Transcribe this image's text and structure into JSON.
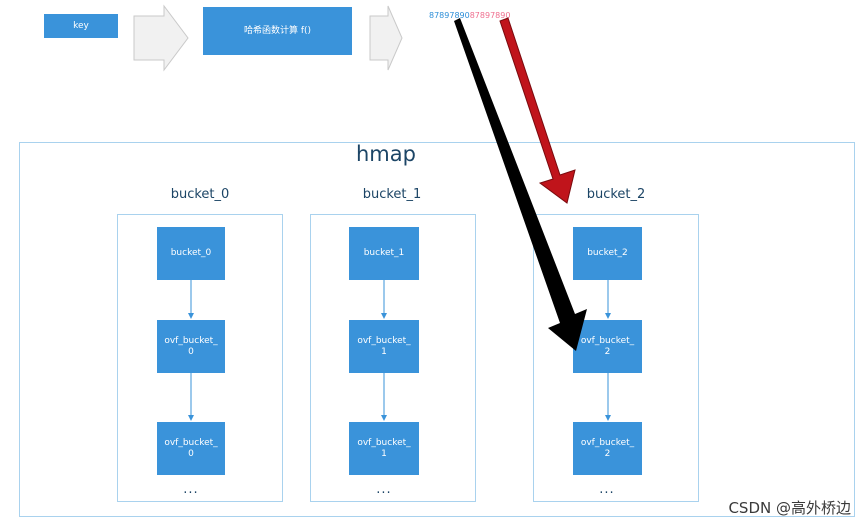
{
  "pipeline": {
    "key_label": "key",
    "hash_func_label": "哈希函数计算 f()",
    "hash_part1": "87897890",
    "hash_part2": "87897890"
  },
  "hmap": {
    "title": "hmap",
    "buckets": [
      {
        "title": "bucket_0",
        "head_label": "bucket_0",
        "overflow1_label": "ovf_bucket_\n0",
        "overflow2_label": "ovf_bucket_\n0",
        "dots": "..."
      },
      {
        "title": "bucket_1",
        "head_label": "bucket_1",
        "overflow1_label": "ovf_bucket_\n1",
        "overflow2_label": "ovf_bucket_\n1",
        "dots": "..."
      },
      {
        "title": "bucket_2",
        "head_label": "bucket_2",
        "overflow1_label": "ovf_bucket_\n2",
        "overflow2_label": "ovf_bucket_\n2",
        "dots": "..."
      }
    ]
  },
  "watermark": "CSDN @高外桥边",
  "colors": {
    "box_blue": "#3a93da",
    "frame_border": "#a9d2ee",
    "hash_blue": "#2f8fd8",
    "hash_pink": "#ef6f8f",
    "arrow_red": "#c0141b",
    "arrow_black": "#000000"
  }
}
